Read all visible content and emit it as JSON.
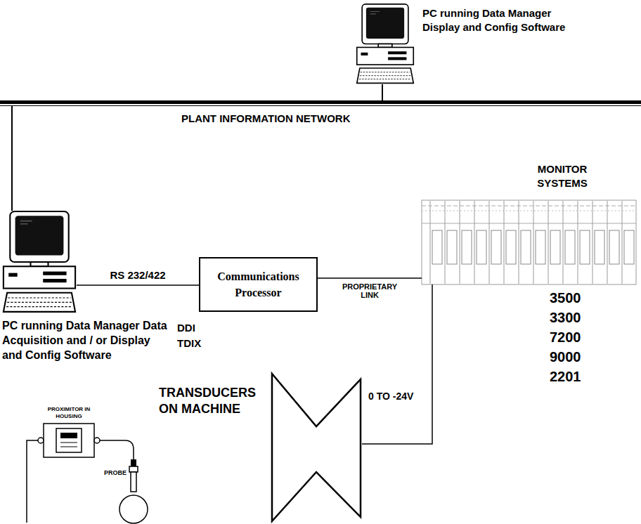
{
  "diagram": {
    "nodes": [
      {
        "text": [
          "PC running Data Manager Display and Config Software"
        ]
      },
      {
        "text": [
          "PLANT INFORMATION NETWORK"
        ]
      },
      {
        "text": [
          "PC running Data Manager Data Acquisition and / or Display and Config Software"
        ]
      },
      {
        "text": [
          "Communications Processor"
        ]
      },
      {
        "text": [
          "MONITOR SYSTEMS"
        ]
      }
    ],
    "edges": [
      {
        "from": 0,
        "to": 1,
        "arrow": "none"
      },
      {
        "from": 2,
        "to": 1,
        "arrow": "none"
      },
      {
        "from": 2,
        "to": 3,
        "label": "RS 232/422",
        "arrow": "none"
      },
      {
        "from": 3,
        "to": 4,
        "label": "PROPRIETARY LINK",
        "arrow": "none"
      }
    ],
    "labels": [
      "DDI",
      "TDIX",
      "3500",
      "3300",
      "7200",
      "9000",
      "2201",
      "TRANSDUCERS ON MACHINE",
      "0 TO -24V",
      "PROXIMITOR IN HOUSING",
      "PROBE"
    ]
  }
}
